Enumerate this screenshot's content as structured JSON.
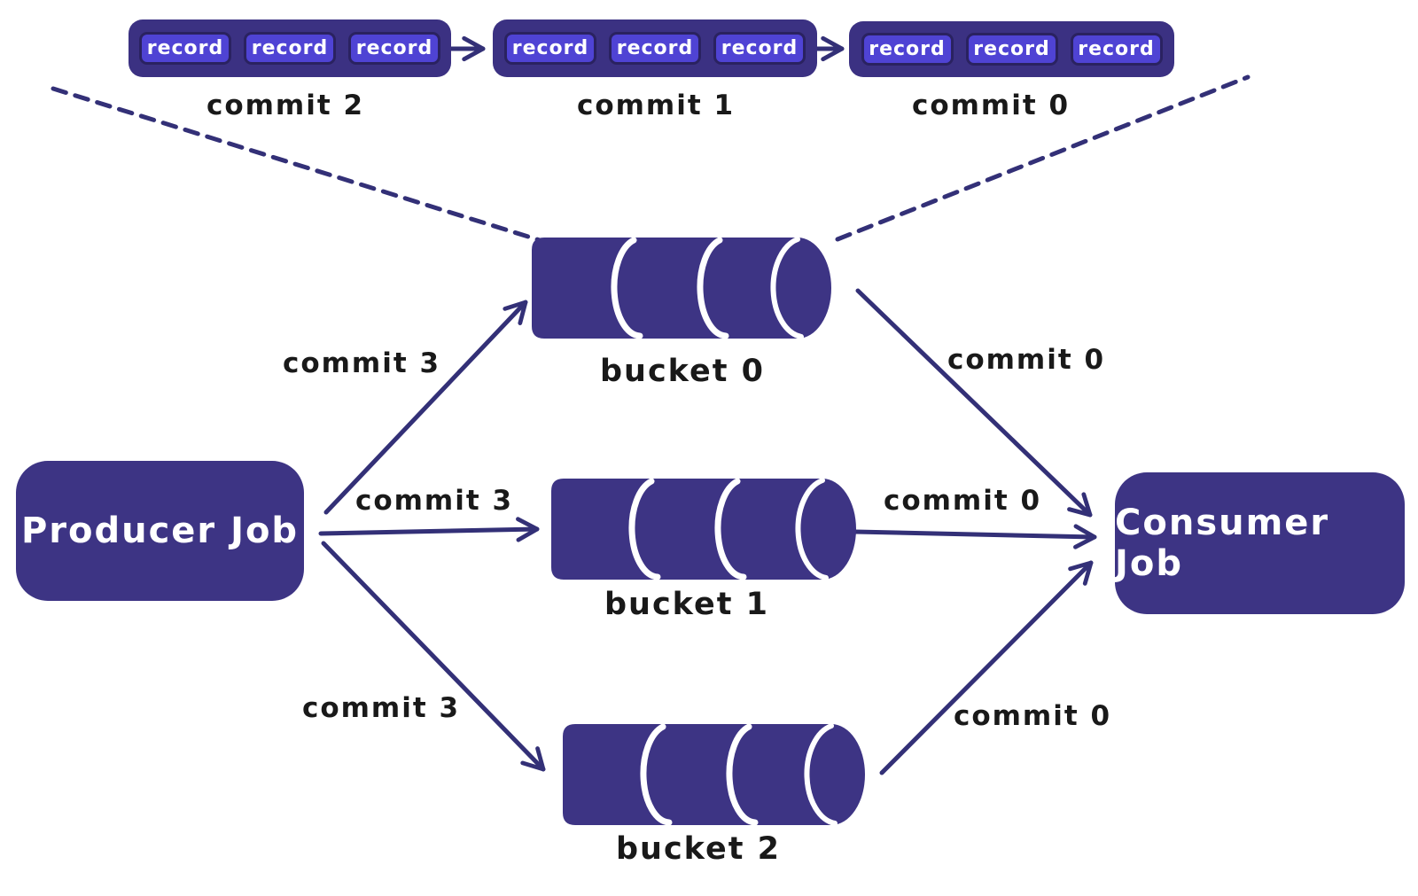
{
  "colors": {
    "node_fill": "#3d3484",
    "group_fill": "#3b3182",
    "record_fill": "#4f43d4",
    "record_border": "#2a2260",
    "arrow": "#333077",
    "label_text": "#191919",
    "node_text": "#ffffff",
    "background": "#ffffff"
  },
  "commit_log": {
    "groups": [
      {
        "label": "commit 2",
        "records": [
          "record",
          "record",
          "record"
        ]
      },
      {
        "label": "commit 1",
        "records": [
          "record",
          "record",
          "record"
        ]
      },
      {
        "label": "commit 0",
        "records": [
          "record",
          "record",
          "record"
        ]
      }
    ]
  },
  "nodes": {
    "producer": {
      "label": "Producer Job"
    },
    "consumer": {
      "label": "Consumer Job"
    },
    "buckets": [
      {
        "label": "bucket 0"
      },
      {
        "label": "bucket 1"
      },
      {
        "label": "bucket 2"
      }
    ]
  },
  "edges": {
    "producer_to_buckets": [
      {
        "label": "commit 3"
      },
      {
        "label": "commit 3"
      },
      {
        "label": "commit 3"
      }
    ],
    "buckets_to_consumer": [
      {
        "label": "commit 0"
      },
      {
        "label": "commit 0"
      },
      {
        "label": "commit 0"
      }
    ]
  }
}
